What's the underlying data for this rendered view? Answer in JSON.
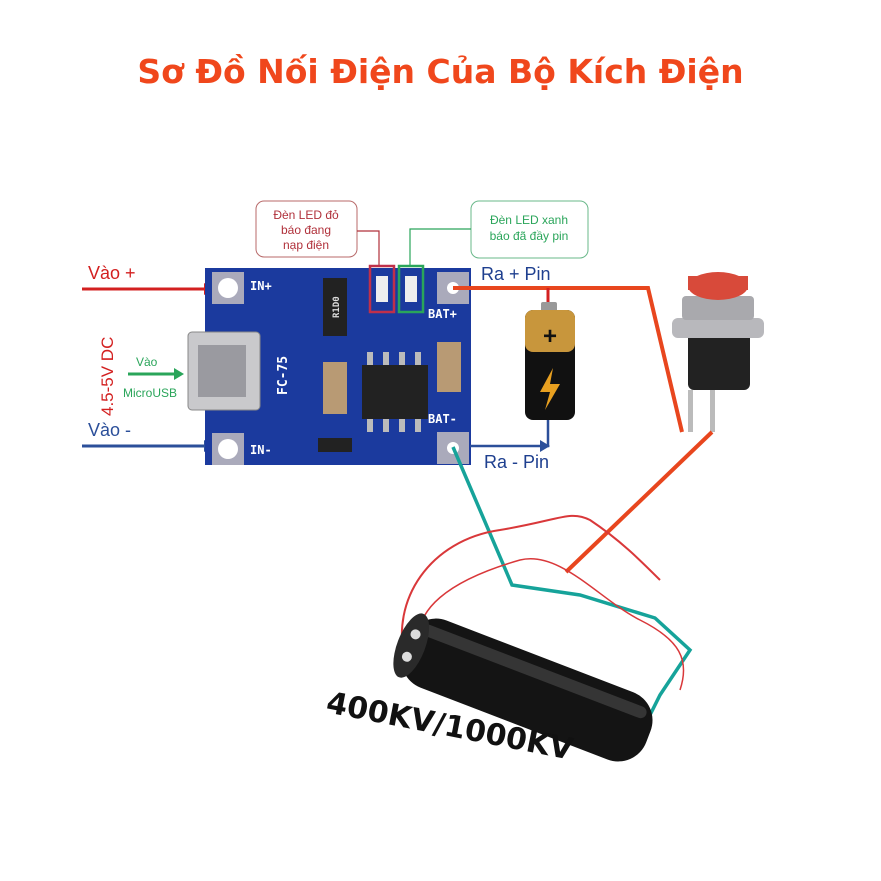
{
  "title": "Sơ Đồ Nối Điện Của Bộ Kích Điện",
  "colors": {
    "title": "#f0471c",
    "board": "#1b3a9e",
    "red_wire": "#e8461e",
    "teal_wire": "#16a39a",
    "in_plus": "#d32020",
    "in_minus": "#2b4f9a",
    "green_label": "#2aa55a"
  },
  "labels": {
    "in_plus": "Vào +",
    "in_minus": "Vào -",
    "voltage": "4.5-5V DC",
    "usb_in_1": "Vào",
    "usb_in_2": "MicroUSB",
    "out_plus": "Ra  + Pin",
    "out_minus": "Ra  - Pin",
    "red_led_1": "Đèn LED đỏ",
    "red_led_2": "báo đang",
    "red_led_3": "nạp điện",
    "green_led_1": "Đèn LED xanh",
    "green_led_2": "báo đã đầy pin"
  },
  "board_silkscreen": {
    "in_plus": "IN+",
    "in_minus": "IN-",
    "bat_plus": "BAT+",
    "bat_minus": "BAT-",
    "fc": "FC-75",
    "resistor": "R1D0"
  },
  "module": "400KV/1000KV"
}
